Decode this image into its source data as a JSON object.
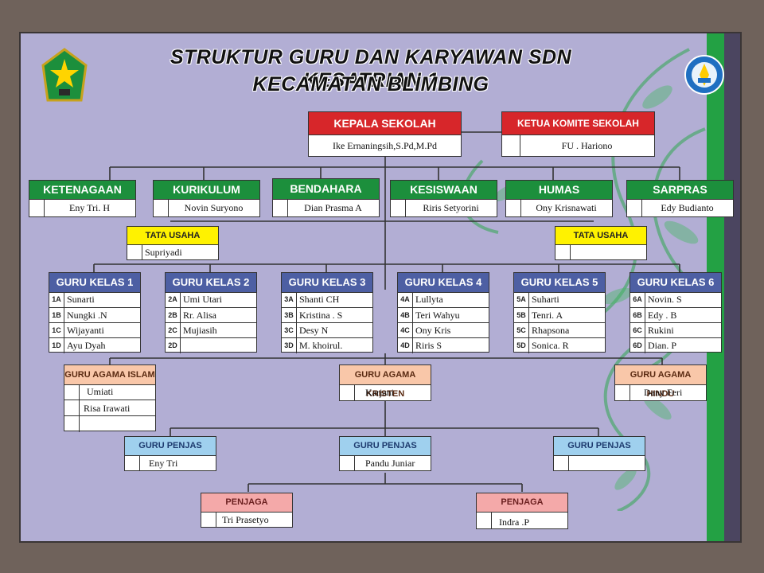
{
  "title_line1": "STRUKTUR GURU DAN KARYAWAN SDN KESATRIAN 1",
  "title_line2": "KECAMATAN BLIMBING",
  "kepala": {
    "label": "KEPALA SEKOLAH",
    "name": "Ike Ernaningsih,S.Pd,M.Pd"
  },
  "komite": {
    "label": "KETUA KOMITE SEKOLAH",
    "name": "FU . Hariono"
  },
  "units": [
    {
      "label": "KETENAGAAN",
      "name": "Eny Tri. H"
    },
    {
      "label": "KURIKULUM",
      "name": "Novin Suryono"
    },
    {
      "label": "BENDAHARA",
      "name": "Dian Prasma A"
    },
    {
      "label": "KESISWAAN",
      "name": "Riris Setyorini"
    },
    {
      "label": "HUMAS",
      "name": "Ony Krisnawati"
    },
    {
      "label": "SARPRAS",
      "name": "Edy Budianto"
    }
  ],
  "tu_left": {
    "label": "TATA USAHA",
    "name": "Supriyadi"
  },
  "tu_right": {
    "label": "TATA USAHA",
    "name": ""
  },
  "classes": [
    {
      "label": "GURU KELAS 1",
      "rows": [
        {
          "code": "1A",
          "name": "Sunarti"
        },
        {
          "code": "1B",
          "name": "Nungki .N"
        },
        {
          "code": "1C",
          "name": "Wijayanti"
        },
        {
          "code": "1D",
          "name": "Ayu Dyah"
        }
      ]
    },
    {
      "label": "GURU KELAS 2",
      "rows": [
        {
          "code": "2A",
          "name": "Umi  Utari"
        },
        {
          "code": "2B",
          "name": "Rr.  Alisa"
        },
        {
          "code": "2C",
          "name": "Mujiasih"
        },
        {
          "code": "2D",
          "name": ""
        }
      ]
    },
    {
      "label": "GURU KELAS 3",
      "rows": [
        {
          "code": "3A",
          "name": "Shanti CH"
        },
        {
          "code": "3B",
          "name": "Kristina . S"
        },
        {
          "code": "3C",
          "name": "Desy N"
        },
        {
          "code": "3D",
          "name": "M. khoirul."
        }
      ]
    },
    {
      "label": "GURU KELAS 4",
      "rows": [
        {
          "code": "4A",
          "name": "Lullyta"
        },
        {
          "code": "4B",
          "name": "Teri  Wahyu"
        },
        {
          "code": "4C",
          "name": "Ony Kris"
        },
        {
          "code": "4D",
          "name": "Riris  S"
        }
      ]
    },
    {
      "label": "GURU KELAS 5",
      "rows": [
        {
          "code": "5A",
          "name": "Suharti"
        },
        {
          "code": "5B",
          "name": "Tenri.  A"
        },
        {
          "code": "5C",
          "name": "Rhapsona"
        },
        {
          "code": "5D",
          "name": "Sonica. R"
        }
      ]
    },
    {
      "label": "GURU KELAS 6",
      "rows": [
        {
          "code": "6A",
          "name": "Novin. S"
        },
        {
          "code": "6B",
          "name": "Edy . B"
        },
        {
          "code": "6C",
          "name": "Rukini"
        },
        {
          "code": "6D",
          "name": "Dian.  P"
        }
      ]
    }
  ],
  "agama_islam": {
    "label": "GURU AGAMA ISLAM",
    "rows": [
      "Umiati",
      "Risa Irawati",
      ""
    ]
  },
  "agama_kristen": {
    "label": "GURU AGAMA KRISTEN",
    "name": "Karjani"
  },
  "agama_hindu": {
    "label": "GURU AGAMA HINDU",
    "name": "Dany Feri"
  },
  "penjas": [
    {
      "label": "GURU PENJAS",
      "name": "Eny Tri"
    },
    {
      "label": "GURU PENJAS",
      "name": "Pandu Juniar"
    },
    {
      "label": "GURU PENJAS",
      "name": ""
    }
  ],
  "penjaga": [
    {
      "label": "PENJAGA",
      "name": "Tri Prasetyo"
    },
    {
      "label": "PENJAGA",
      "name": "Indra .P"
    }
  ],
  "colors": {
    "red": "#d7262a",
    "green": "#1c8f3c",
    "yellow": "#fff200",
    "blue": "#4d5fa3",
    "salmon": "#f9c7a9",
    "skyblue": "#9fd0ee",
    "pink": "#f4a9a9",
    "lavender": "#b2aed4"
  }
}
